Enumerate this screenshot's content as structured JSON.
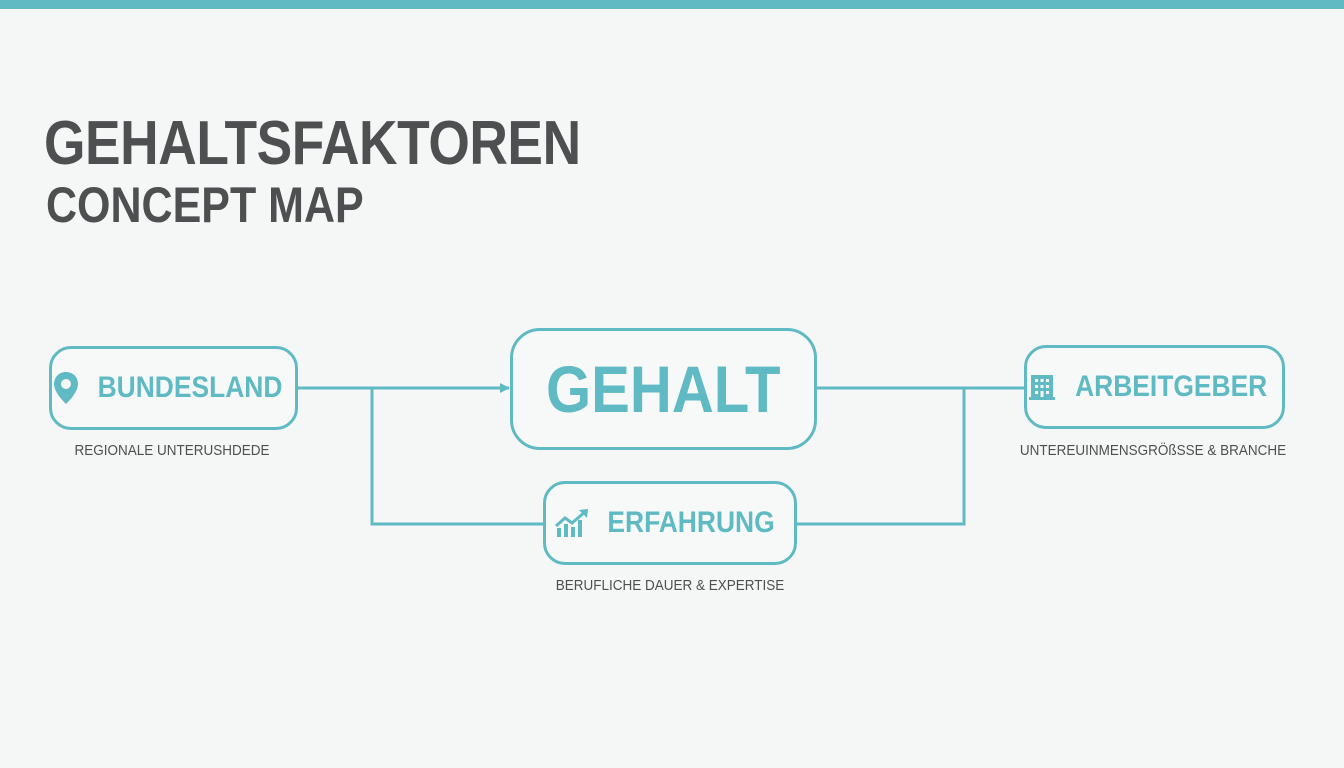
{
  "header": {
    "title": "GEHALTSFAKTOREN",
    "subtitle": "CONCEPT MAP"
  },
  "nodes": {
    "center": {
      "label": "GEHALT"
    },
    "bundesland": {
      "label": "BUNDESLAND",
      "icon": "location-pin-icon",
      "caption": "REGIONALE UNTERUSHDEDE"
    },
    "arbeitgeber": {
      "label": "ARBEITGEBER",
      "icon": "building-icon",
      "caption": "UNTEREUINMENSGRÖßSSE & BRANCHE"
    },
    "erfahrung": {
      "label": "ERFAHRUNG",
      "icon": "growth-chart-icon",
      "caption": "BERUFLICHE DAUER & EXPERTISE"
    }
  },
  "colors": {
    "accent": "#5fbac3",
    "text": "#4d4f50",
    "background": "#f5f7f7"
  }
}
